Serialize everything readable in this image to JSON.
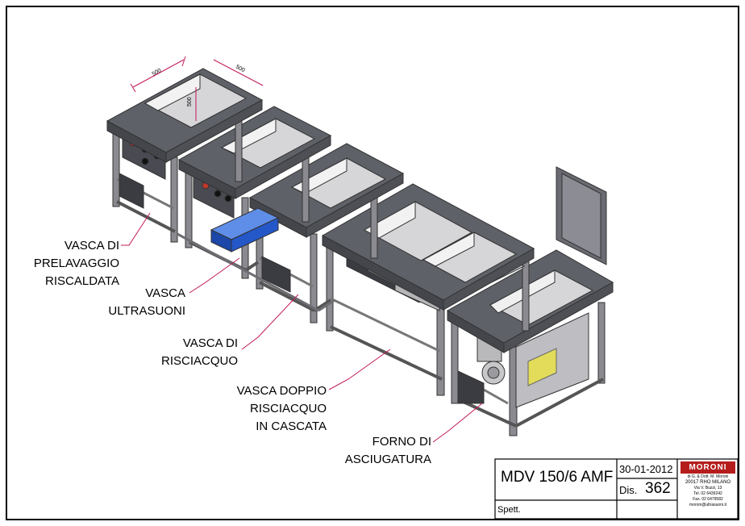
{
  "labels": {
    "prelavaggio": [
      "VASCA DI",
      "PRELAVAGGIO",
      "RISCALDATA"
    ],
    "ultrasuoni": [
      "VASCA",
      "ULTRASUONI"
    ],
    "risciacquo": [
      "VASCA DI",
      "RISCIACQUO"
    ],
    "doppio": [
      "VASCA DOPPIO",
      "RISCIACQUO",
      "IN CASCATA"
    ],
    "forno": [
      "FORNO DI",
      "ASCIUGATURA"
    ]
  },
  "dimensions": {
    "width": "500",
    "depth": "500",
    "height": "500"
  },
  "title_block": {
    "model": "MDV 150/6 AMF",
    "date": "30-01-2012",
    "dis_label": "Dis.",
    "dis_number": "362",
    "spett_label": "Spett.",
    "company": {
      "logo": "MORONI",
      "line1": "di G. & Dott. M. Moroni",
      "line2": "20017 RHO MILANO",
      "line3": "Via V. Buzzi, 13",
      "line4": "Tel. 02 6439242",
      "line5": "Fax. 02 6479582",
      "line6": "moroni@ultrasuoni.it"
    }
  },
  "colors": {
    "top": "#5f6168",
    "top_side": "#44464c",
    "tank": "#d8d8d8",
    "frame": "#8a8a90",
    "ultrasonic_box": "#2457c8",
    "line": "#c2185b"
  }
}
